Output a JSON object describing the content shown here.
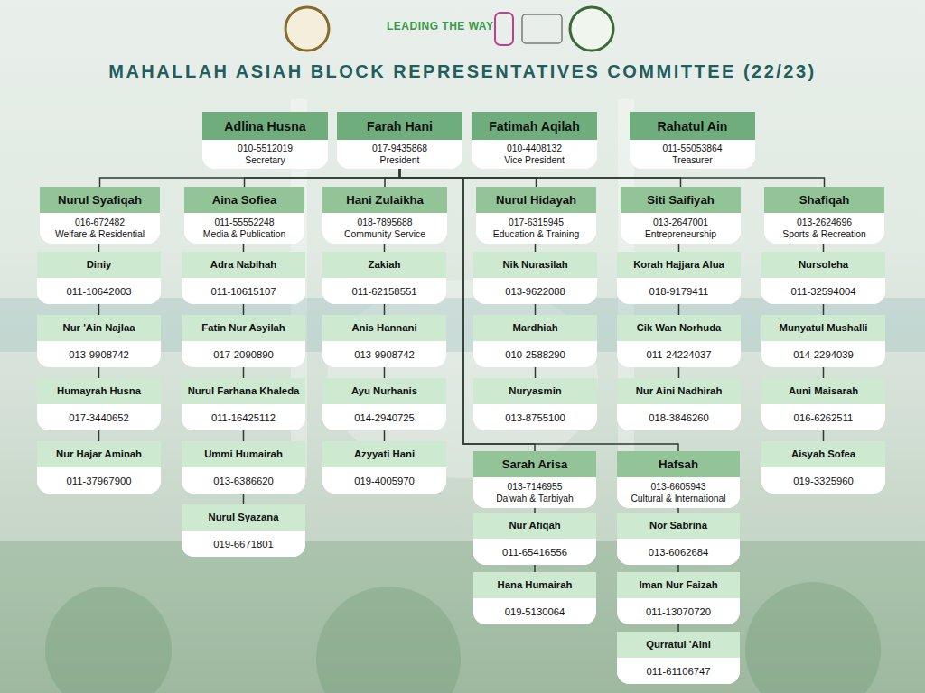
{
  "diagram": {
    "title": "MAHALLAH ASIAH BLOCK REPRESENTATIVES COMMITTEE (22/23)",
    "nodes": [
      {
        "text": [
          "Adlina Husna",
          "010-5512019",
          "Secretary"
        ]
      },
      {
        "text": [
          "Farah Hani",
          "017-9435868",
          "President"
        ]
      },
      {
        "text": [
          "Fatimah Aqilah",
          "010-4408132",
          "Vice President"
        ]
      },
      {
        "text": [
          "Rahatul Ain",
          "011-55053864",
          "Treasurer"
        ]
      },
      {
        "text": [
          "Nurul Syafiqah",
          "016-672482",
          "Welfare & Residential"
        ]
      },
      {
        "text": [
          "Aina Sofiea",
          "011-55552248",
          "Media & Publication"
        ]
      },
      {
        "text": [
          "Hani Zulaikha",
          "018-7895688",
          "Community Service"
        ]
      },
      {
        "text": [
          "Nurul Hidayah",
          "017-6315945",
          "Education & Training"
        ]
      },
      {
        "text": [
          "Siti Saifiyah",
          "013-2647001",
          "Entrepreneurship"
        ]
      },
      {
        "text": [
          "Shafiqah",
          "013-2624696",
          "Sports & Recreation"
        ]
      },
      {
        "text": [
          "Diniy",
          "011-10642003"
        ]
      },
      {
        "text": [
          "Nur 'Ain Najlaa",
          "013-9908742"
        ]
      },
      {
        "text": [
          "Humayrah Husna",
          "017-3440652"
        ]
      },
      {
        "text": [
          "Nur Hajar Aminah",
          "011-37967900"
        ]
      },
      {
        "text": [
          "Adra Nabihah",
          "011-10615107"
        ]
      },
      {
        "text": [
          "Fatin Nur Asyilah",
          "017-2090890"
        ]
      },
      {
        "text": [
          "Nurul Farhana Khaleda",
          "011-16425112"
        ]
      },
      {
        "text": [
          "Ummi Humairah",
          "013-6386620"
        ]
      },
      {
        "text": [
          "Nurul Syazana",
          "019-6671801"
        ]
      },
      {
        "text": [
          "Zakiah",
          "011-62158551"
        ]
      },
      {
        "text": [
          "Anis Hannani",
          "013-9908742"
        ]
      },
      {
        "text": [
          "Ayu Nurhanis",
          "014-2940725"
        ]
      },
      {
        "text": [
          "Azyyati Hani",
          "019-4005970"
        ]
      },
      {
        "text": [
          "Nik Nurasilah",
          "013-9622088"
        ]
      },
      {
        "text": [
          "Mardhiah",
          "010-2588290"
        ]
      },
      {
        "text": [
          "Nuryasmin",
          "013-8755100"
        ]
      },
      {
        "text": [
          "Korah Hajjara Alua",
          "018-9179411"
        ]
      },
      {
        "text": [
          "Cik Wan Norhuda",
          "011-24224037"
        ]
      },
      {
        "text": [
          "Nur Aini Nadhirah",
          "018-3846260"
        ]
      },
      {
        "text": [
          "Nursoleha",
          "011-32594004"
        ]
      },
      {
        "text": [
          "Munyatul Mushalli",
          "014-2294039"
        ]
      },
      {
        "text": [
          "Auni Maisarah",
          "016-6262511"
        ]
      },
      {
        "text": [
          "Aisyah Sofea",
          "019-3325960"
        ]
      },
      {
        "text": [
          "Sarah Arisa",
          "013-7146955",
          "Da'wah & Tarbiyah"
        ]
      },
      {
        "text": [
          "Hafsah",
          "013-6605943",
          "Cultural & International"
        ]
      },
      {
        "text": [
          "Nur Afiqah",
          "011-65416556"
        ]
      },
      {
        "text": [
          "Hana Humairah",
          "019-5130064"
        ]
      },
      {
        "text": [
          "Nor Sabrina",
          "013-6062684"
        ]
      },
      {
        "text": [
          "Iman Nur Faizah",
          "011-13070720"
        ]
      },
      {
        "text": [
          "Qurratul 'Aini",
          "011-61106747"
        ]
      }
    ],
    "edges": [
      {
        "from": 1,
        "to": 4,
        "arrow": "none"
      },
      {
        "from": 1,
        "to": 5,
        "arrow": "none"
      },
      {
        "from": 1,
        "to": 6,
        "arrow": "none"
      },
      {
        "from": 1,
        "to": 7,
        "arrow": "none"
      },
      {
        "from": 1,
        "to": 8,
        "arrow": "none"
      },
      {
        "from": 1,
        "to": 9,
        "arrow": "none"
      },
      {
        "from": 1,
        "to": 33,
        "arrow": "none"
      },
      {
        "from": 1,
        "to": 34,
        "arrow": "none"
      },
      {
        "from": 4,
        "to": 10,
        "arrow": "none"
      },
      {
        "from": 10,
        "to": 11,
        "arrow": "none"
      },
      {
        "from": 11,
        "to": 12,
        "arrow": "none"
      },
      {
        "from": 12,
        "to": 13,
        "arrow": "none"
      },
      {
        "from": 5,
        "to": 14,
        "arrow": "none"
      },
      {
        "from": 14,
        "to": 15,
        "arrow": "none"
      },
      {
        "from": 15,
        "to": 16,
        "arrow": "none"
      },
      {
        "from": 16,
        "to": 17,
        "arrow": "none"
      },
      {
        "from": 17,
        "to": 18,
        "arrow": "none"
      },
      {
        "from": 6,
        "to": 19,
        "arrow": "none"
      },
      {
        "from": 19,
        "to": 20,
        "arrow": "none"
      },
      {
        "from": 20,
        "to": 21,
        "arrow": "none"
      },
      {
        "from": 21,
        "to": 22,
        "arrow": "none"
      },
      {
        "from": 7,
        "to": 23,
        "arrow": "none"
      },
      {
        "from": 23,
        "to": 24,
        "arrow": "none"
      },
      {
        "from": 24,
        "to": 25,
        "arrow": "none"
      },
      {
        "from": 8,
        "to": 26,
        "arrow": "none"
      },
      {
        "from": 26,
        "to": 27,
        "arrow": "none"
      },
      {
        "from": 27,
        "to": 28,
        "arrow": "none"
      },
      {
        "from": 9,
        "to": 29,
        "arrow": "none"
      },
      {
        "from": 29,
        "to": 30,
        "arrow": "none"
      },
      {
        "from": 30,
        "to": 31,
        "arrow": "none"
      },
      {
        "from": 31,
        "to": 32,
        "arrow": "none"
      },
      {
        "from": 33,
        "to": 35,
        "arrow": "none"
      },
      {
        "from": 35,
        "to": 36,
        "arrow": "none"
      },
      {
        "from": 34,
        "to": 37,
        "arrow": "none"
      },
      {
        "from": 37,
        "to": 38,
        "arrow": "none"
      },
      {
        "from": 38,
        "to": 39,
        "arrow": "none"
      }
    ],
    "labels": [
      "LEADING THE WAY"
    ]
  }
}
